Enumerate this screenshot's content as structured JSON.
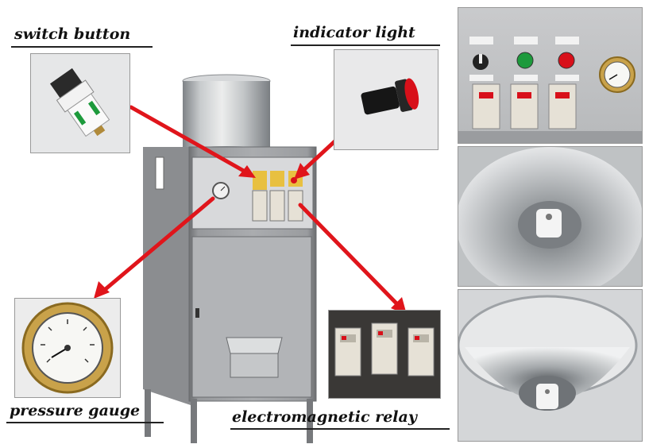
{
  "labels": {
    "switch_button": "switch button",
    "indicator_light": "indicator light",
    "pressure_gauge": "pressure gauge",
    "electromagnetic_relay": "electromagnetic relay"
  },
  "colors": {
    "arrow": "#e0151b",
    "steel": "#c9ccce",
    "cabinet": "#a9abae",
    "panel": "#d9dadc",
    "relay_face": "#e6e1d6",
    "green_button": "#1d9a3c",
    "red_button": "#d8101a",
    "machine_label_bg": "#e8c040"
  },
  "icons": [
    "switch-button-photo",
    "indicator-light-photo",
    "pressure-gauge-photo",
    "electromagnetic-relay-photo",
    "control-panel-photo",
    "hopper-top-view-photo",
    "hopper-side-view-photo"
  ]
}
